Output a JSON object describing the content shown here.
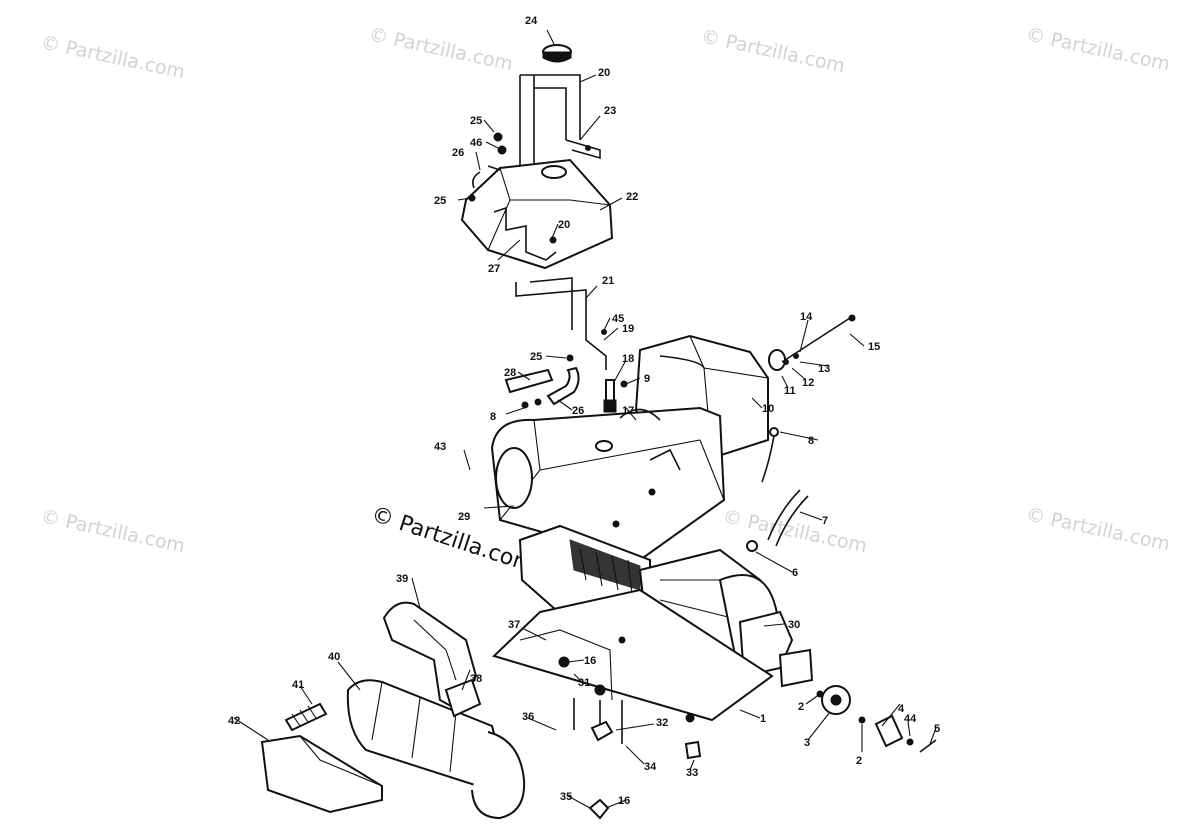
{
  "watermarks": {
    "corner": "© Partzilla.com",
    "center": "© Partzilla.com"
  },
  "callouts": [
    "24",
    "20",
    "23",
    "25",
    "46",
    "26",
    "22",
    "25",
    "20",
    "27",
    "21",
    "45",
    "19",
    "25",
    "18",
    "9",
    "28",
    "8",
    "26",
    "17",
    "43",
    "29",
    "14",
    "15",
    "13",
    "12",
    "11",
    "10",
    "8",
    "7",
    "6",
    "30",
    "39",
    "37",
    "16",
    "31",
    "38",
    "40",
    "41",
    "36",
    "32",
    "1",
    "2",
    "3",
    "2",
    "4",
    "44",
    "5",
    "42",
    "34",
    "33",
    "35",
    "16"
  ]
}
